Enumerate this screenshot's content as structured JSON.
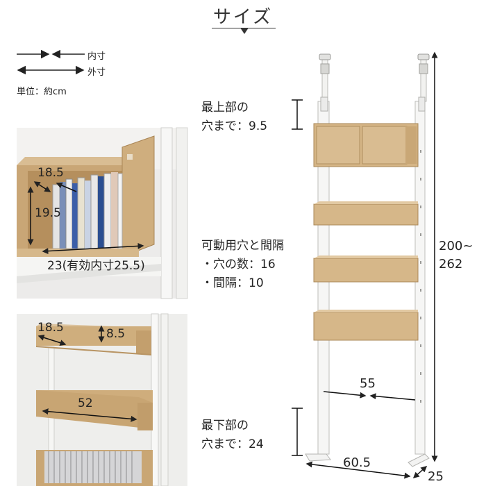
{
  "header": {
    "title": "サイズ"
  },
  "legend": {
    "inner_label": "内寸",
    "outer_label": "外寸",
    "unit_label": "単位：約cm"
  },
  "photo_top": {
    "depth_inner": "18.5",
    "height_inner": "19.5",
    "width_inner": "23(有効内寸25.5)"
  },
  "photo_bottom": {
    "depth_inner": "18.5",
    "height_inner": "8.5",
    "width_inner": "52"
  },
  "notes": {
    "top_hole_line1": "最上部の",
    "top_hole_line2": "穴まで：9.5",
    "holes_title": "可動用穴と間隔",
    "holes_count": "・穴の数：16",
    "holes_spacing": "・間隔：10",
    "bottom_hole_line1": "最下部の",
    "bottom_hole_line2": "穴まで：24"
  },
  "dimensions": {
    "height_line1": "200~",
    "height_line2": "262",
    "shelf_inner_width": "55",
    "outer_width": "60.5",
    "outer_depth": "25"
  },
  "colors": {
    "wood": "#d2b183",
    "wood_dark": "#b8925e",
    "frame": "#f4f4f2",
    "frame_edge": "#c9c9c6"
  }
}
